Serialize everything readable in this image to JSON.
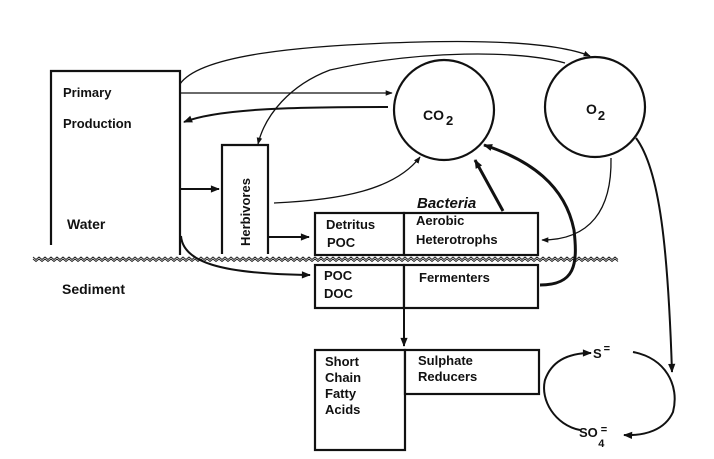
{
  "diagram": {
    "zones": {
      "water": "Water",
      "sediment": "Sediment"
    },
    "nodes": {
      "primary_production": [
        "Primary",
        "Production"
      ],
      "herbivores": "Herbivores",
      "co2": {
        "base": "CO",
        "sub": "2"
      },
      "o2": {
        "base": "O",
        "sub": "2"
      },
      "bacteria_heading": "Bacteria",
      "detritus_poc": [
        "Detritus",
        "POC"
      ],
      "aerobic_heterotrophs": [
        "Aerobic",
        "Heterotrophs"
      ],
      "poc_doc": [
        "POC",
        "DOC"
      ],
      "fermenters": "Fermenters",
      "short_chain_fatty_acids": [
        "Short",
        "Chain",
        "Fatty",
        "Acids"
      ],
      "sulphate_reducers": [
        "Sulphate",
        "Reducers"
      ],
      "sulphide": {
        "base": "S",
        "sup": "="
      },
      "sulphate": {
        "base": "SO",
        "sup": "=",
        "sub": "4"
      }
    },
    "flows": [
      {
        "from": "Primary Production",
        "to": "O2"
      },
      {
        "from": "Primary Production",
        "to": "CO2"
      },
      {
        "from": "CO2",
        "to": "Primary Production"
      },
      {
        "from": "O2",
        "to": "Herbivores"
      },
      {
        "from": "Primary Production",
        "to": "Herbivores"
      },
      {
        "from": "Herbivores",
        "to": "CO2"
      },
      {
        "from": "Herbivores",
        "to": "Detritus POC"
      },
      {
        "from": "Primary Production",
        "to": "POC DOC"
      },
      {
        "from": "Aerobic Heterotrophs",
        "to": "CO2"
      },
      {
        "from": "Fermenters",
        "to": "CO2"
      },
      {
        "from": "O2",
        "to": "Aerobic Heterotrophs"
      },
      {
        "from": "POC DOC",
        "to": "Short Chain Fatty Acids"
      },
      {
        "from": "O2",
        "to": "S="
      },
      {
        "from": "SO4=",
        "to": "S="
      },
      {
        "from": "S=",
        "to": "SO4="
      }
    ]
  }
}
